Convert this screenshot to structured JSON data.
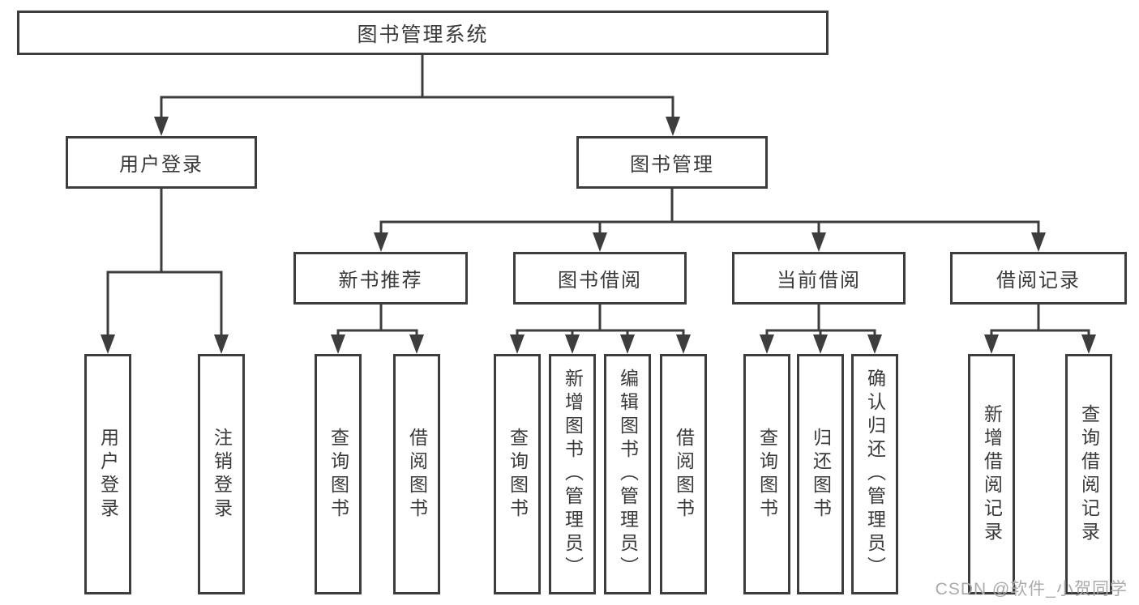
{
  "tree": {
    "label": "图书管理系统",
    "children": [
      {
        "label": "用户登录",
        "children": [
          {
            "label": "用户登录"
          },
          {
            "label": "注销登录"
          }
        ]
      },
      {
        "label": "图书管理",
        "children": [
          {
            "label": "新书推荐",
            "children": [
              {
                "label": "查询图书"
              },
              {
                "label": "借阅图书"
              }
            ]
          },
          {
            "label": "图书借阅",
            "children": [
              {
                "label": "查询图书"
              },
              {
                "label": "新增图书（管理员）"
              },
              {
                "label": "编辑图书（管理员）"
              },
              {
                "label": "借阅图书"
              }
            ]
          },
          {
            "label": "当前借阅",
            "children": [
              {
                "label": "查询图书"
              },
              {
                "label": "归还图书"
              },
              {
                "label": "确认归还（管理员）"
              }
            ]
          },
          {
            "label": "借阅记录",
            "children": [
              {
                "label": "新增借阅记录"
              },
              {
                "label": "查询借阅记录"
              }
            ]
          }
        ]
      }
    ]
  },
  "watermark": {
    "text": "CSDN @软件_小贺同学"
  },
  "colors": {
    "line": "#3d3d3d",
    "text": "#3a3a3a",
    "box_background": "#ffffff",
    "background": "#ffffff",
    "watermark": "#ababab"
  }
}
